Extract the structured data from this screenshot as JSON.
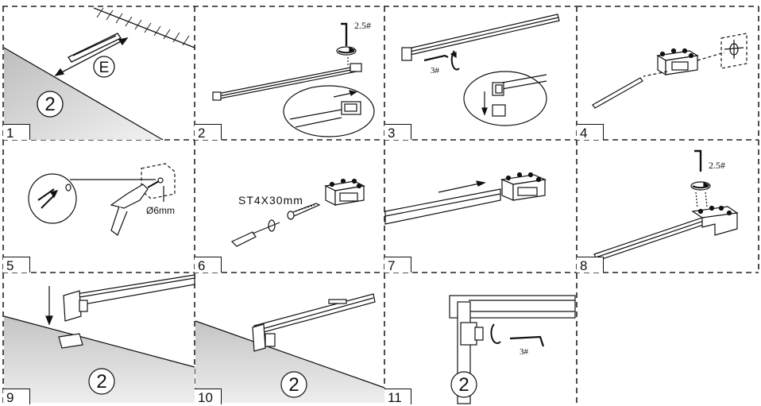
{
  "steps": [
    {
      "number": "1"
    },
    {
      "number": "2"
    },
    {
      "number": "3"
    },
    {
      "number": "4"
    },
    {
      "number": "5"
    },
    {
      "number": "6"
    },
    {
      "number": "7"
    },
    {
      "number": "8"
    },
    {
      "number": "9"
    },
    {
      "number": "10"
    },
    {
      "number": "11"
    }
  ],
  "labels": {
    "part_e": "E",
    "part_2": "2",
    "hex_key_25": "2.5#",
    "hex_key_3": "3#",
    "drill_size": "Ø6mm",
    "screw_size": "ST4X30mm"
  },
  "colors": {
    "line": "#111111",
    "wall_shade": "#cfcfcf",
    "grid_dash": "#222222"
  }
}
